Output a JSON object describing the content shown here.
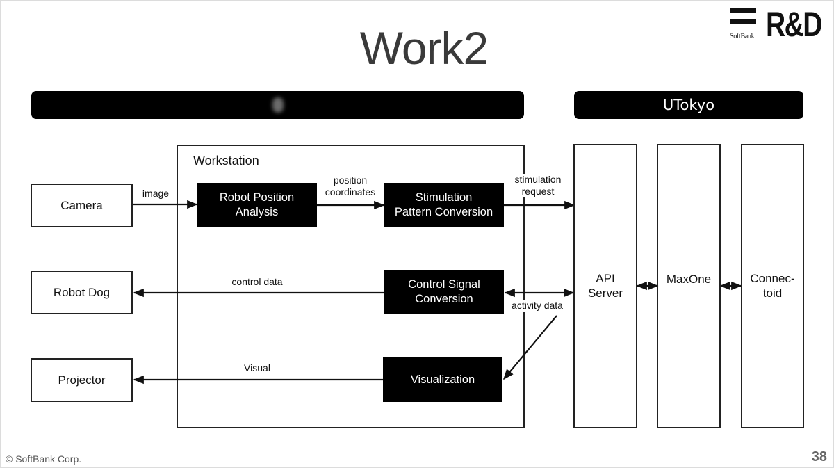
{
  "slide": {
    "title": "Work2",
    "footer": "© SoftBank Corp.",
    "page_number": "38"
  },
  "logo": {
    "brand": "SoftBank",
    "mark": "R&D"
  },
  "groups": {
    "left_header": "",
    "right_header": "UTokyo"
  },
  "devices": {
    "camera": "Camera",
    "robot_dog": "Robot Dog",
    "projector": "Projector"
  },
  "workstation": {
    "label": "Workstation",
    "modules": {
      "robot_position_analysis": "Robot Position\nAnalysis",
      "stimulation_pattern_conversion": "Stimulation\nPattern Conversion",
      "control_signal_conversion": "Control Signal\nConversion",
      "visualization": "Visualization"
    }
  },
  "utokyo": {
    "api_server": "API\nServer",
    "maxone": "MaxOne",
    "connectoid": "Connec-\ntoid"
  },
  "flows": {
    "image": "image",
    "position_coordinates": "position\ncoordinates",
    "stimulation_request": "stimulation\nrequest",
    "control_data": "control data",
    "activity_data": "activity data",
    "visual": "Visual"
  }
}
